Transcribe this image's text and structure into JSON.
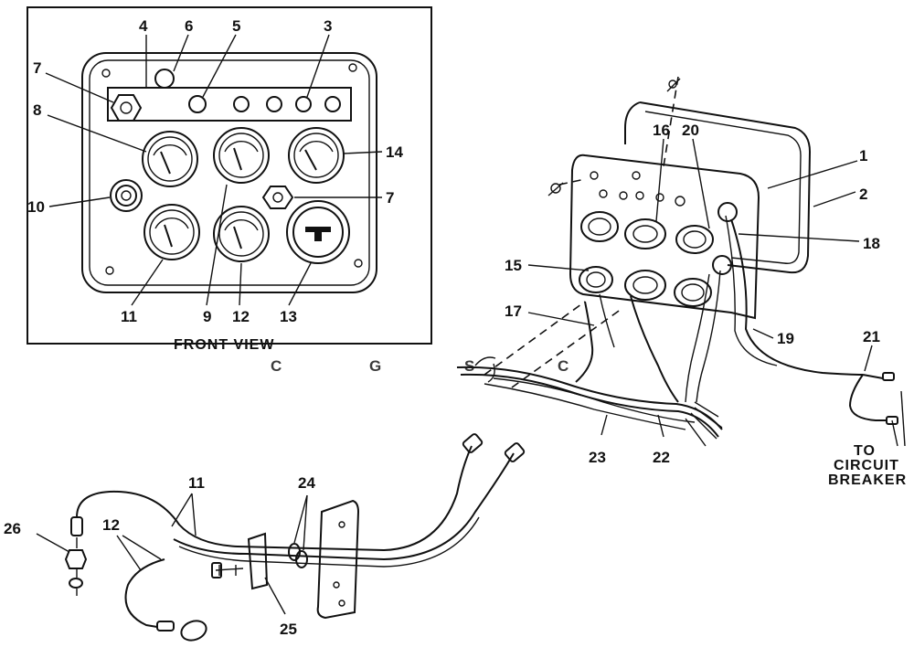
{
  "panel_caption": "FRONT VIEW",
  "callouts": {
    "front": [
      "4",
      "6",
      "5",
      "3",
      "7",
      "8",
      "14",
      "10",
      "7",
      "11",
      "9",
      "12",
      "13"
    ],
    "harness": [
      "16",
      "20",
      "1",
      "2",
      "18",
      "15",
      "17",
      "19",
      "21",
      "23",
      "22"
    ],
    "lines": [
      "11",
      "12",
      "24",
      "26",
      "25"
    ]
  },
  "note": [
    "TO",
    "CIRCUIT",
    "BREAKER"
  ],
  "watermark": {
    "letters": [
      "C",
      "G",
      "S",
      "C"
    ],
    "colors": [
      "#4285F4",
      "#EA4335",
      "#FBBC05",
      "#34A853"
    ]
  },
  "ink_color": "#111111"
}
